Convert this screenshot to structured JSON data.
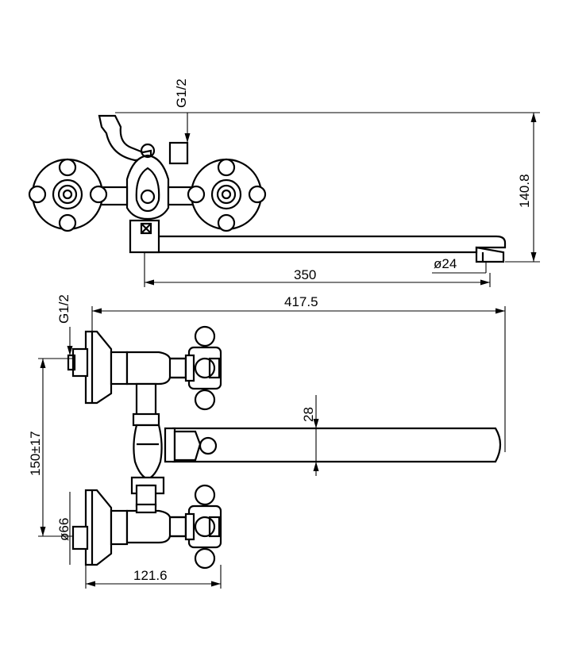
{
  "dimensions": {
    "front_inlet": "G1/2",
    "front_height": "140.8",
    "spout_length": "350",
    "outlet_diameter": "ø24",
    "side_inlet": "G1/2",
    "total_length": "417.5",
    "spout_thickness": "28",
    "center_distance": "150±17",
    "flange_diameter": "ø66",
    "body_depth": "121.6"
  }
}
